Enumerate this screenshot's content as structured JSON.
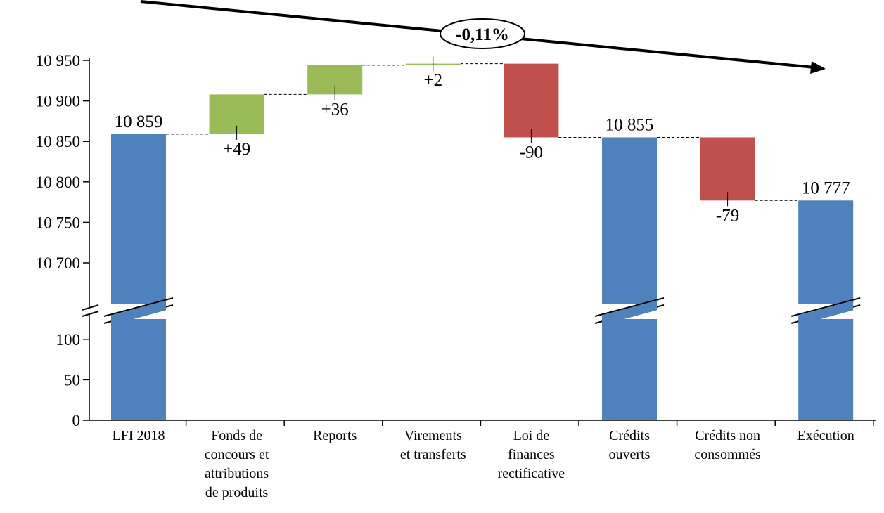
{
  "chart_data": {
    "type": "bar",
    "subtype": "waterfall",
    "categories": [
      "LFI 2018",
      "Fonds de concours et attributions de produits",
      "Reports",
      "Virements et transferts",
      "Loi de finances rectificative",
      "Crédits ouverts",
      "Crédits non consommés",
      "Exécution"
    ],
    "category_lines": [
      [
        "LFI 2018"
      ],
      [
        "Fonds de",
        "concours et",
        "attributions",
        "de produits"
      ],
      [
        "Reports"
      ],
      [
        "Virements",
        "et transferts"
      ],
      [
        "Loi de",
        "finances",
        "rectificative"
      ],
      [
        "Crédits",
        "ouverts"
      ],
      [
        "Crédits non",
        "consommés"
      ],
      [
        "Exécution"
      ]
    ],
    "bars": [
      {
        "kind": "total",
        "start": 0,
        "end": 10859,
        "label": "10 859"
      },
      {
        "kind": "increase",
        "start": 10859,
        "end": 10908,
        "label": "+49"
      },
      {
        "kind": "increase",
        "start": 10908,
        "end": 10944,
        "label": "+36"
      },
      {
        "kind": "increase",
        "start": 10944,
        "end": 10946,
        "label": "+2"
      },
      {
        "kind": "decrease",
        "start": 10946,
        "end": 10855,
        "label": "-90"
      },
      {
        "kind": "total",
        "start": 0,
        "end": 10855,
        "label": "10 855"
      },
      {
        "kind": "decrease",
        "start": 10855,
        "end": 10777,
        "label": "-79"
      },
      {
        "kind": "total",
        "start": 0,
        "end": 10777,
        "label": "10 777"
      }
    ],
    "y_ticks_upper": [
      10700,
      10750,
      10800,
      10850,
      10900,
      10950
    ],
    "y_tick_labels_upper": [
      "10 700",
      "10 750",
      "10 800",
      "10 850",
      "10 900",
      "10 950"
    ],
    "y_ticks_lower": [
      0,
      50,
      100
    ],
    "y_tick_labels_lower": [
      "0",
      "50",
      "100"
    ],
    "axis_break": true,
    "annotation": "-0,11%",
    "colors": {
      "total": "#4F81BD",
      "increase": "#9BBB59",
      "decrease": "#C0504D"
    },
    "grid": false,
    "title": "",
    "xlabel": "",
    "ylabel": ""
  }
}
